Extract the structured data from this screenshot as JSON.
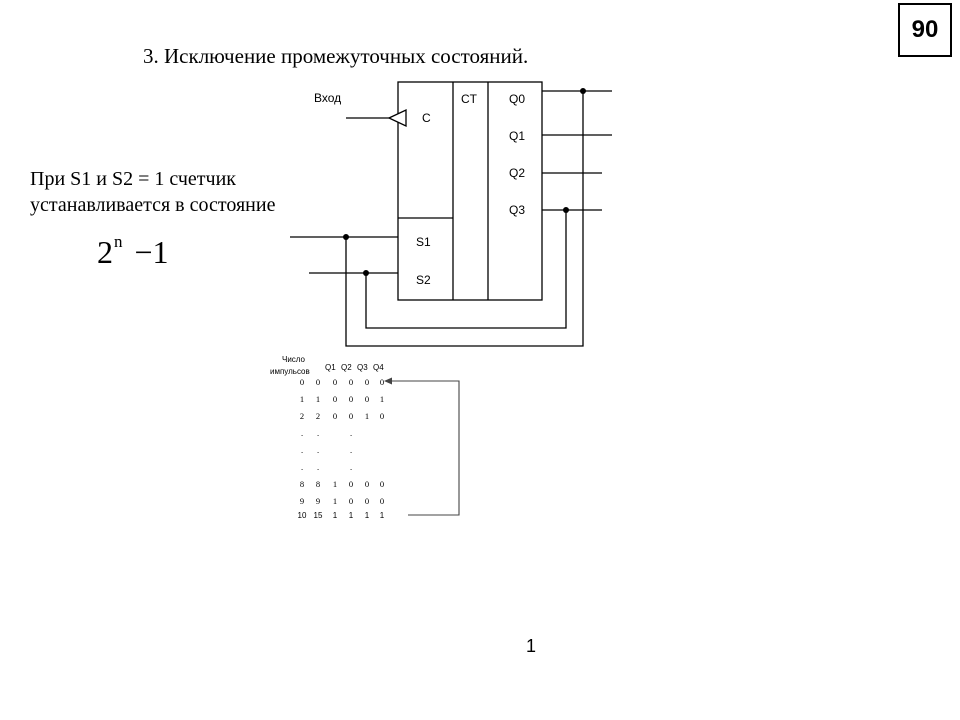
{
  "page_badge": "90",
  "heading": "3. Исключение промежуточных состояний.",
  "note": "При S1 и S2 =  1 счетчик устанавливается в состояние",
  "formula": {
    "base": "2",
    "exponent": "n",
    "tail": "−1"
  },
  "page_number": "1",
  "circuit": {
    "input_label": "Вход",
    "clock_label": "C",
    "chip_label": "CT",
    "outputs": [
      "Q0",
      "Q1",
      "Q2",
      "Q3"
    ],
    "set_inputs": [
      "S1",
      "S2"
    ]
  },
  "table": {
    "header_line1": "Число",
    "header_line2": "импульсов",
    "columns": [
      "Q1",
      "Q2",
      "Q3",
      "Q4"
    ],
    "rows": [
      [
        "0",
        "0",
        "0",
        "0",
        "0",
        "0"
      ],
      [
        "1",
        "1",
        "0",
        "0",
        "0",
        "1"
      ],
      [
        "2",
        "2",
        "0",
        "0",
        "1",
        "0"
      ],
      [
        ".",
        ".",
        "",
        ".",
        "",
        ""
      ],
      [
        ".",
        ".",
        "",
        ".",
        "",
        ""
      ],
      [
        ".",
        ".",
        "",
        ".",
        "",
        ""
      ],
      [
        "8",
        "8",
        "1",
        "0",
        "0",
        "0"
      ],
      [
        "9",
        "9",
        "1",
        "0",
        "0",
        "0"
      ],
      [
        "10",
        "15",
        "1",
        "1",
        "1",
        "1"
      ]
    ]
  }
}
